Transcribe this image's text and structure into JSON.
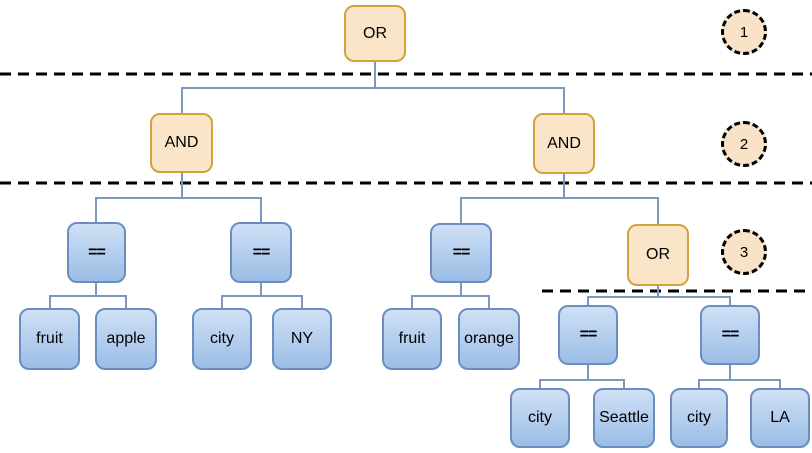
{
  "diagram_type": "boolean-expression-tree",
  "nodes": [
    {
      "id": "root-or",
      "label": "OR",
      "type": "operator",
      "level": 1,
      "parent": null
    },
    {
      "id": "and-left",
      "label": "AND",
      "type": "operator",
      "level": 2,
      "parent": "root-or"
    },
    {
      "id": "and-right",
      "label": "AND",
      "type": "operator",
      "level": 2,
      "parent": "root-or"
    },
    {
      "id": "eq-1",
      "label": "==",
      "type": "comparator",
      "level": 3,
      "parent": "and-left"
    },
    {
      "id": "eq-2",
      "label": "==",
      "type": "comparator",
      "level": 3,
      "parent": "and-left"
    },
    {
      "id": "eq-3",
      "label": "==",
      "type": "comparator",
      "level": 3,
      "parent": "and-right"
    },
    {
      "id": "inner-or",
      "label": "OR",
      "type": "operator",
      "level": 3,
      "parent": "and-right"
    },
    {
      "id": "eq-4",
      "label": "==",
      "type": "comparator",
      "level": 4,
      "parent": "inner-or"
    },
    {
      "id": "eq-5",
      "label": "==",
      "type": "comparator",
      "level": 4,
      "parent": "inner-or"
    },
    {
      "id": "leaf-fruit-1",
      "label": "fruit",
      "type": "operand",
      "parent": "eq-1"
    },
    {
      "id": "leaf-apple",
      "label": "apple",
      "type": "operand",
      "parent": "eq-1"
    },
    {
      "id": "leaf-city-1",
      "label": "city",
      "type": "operand",
      "parent": "eq-2"
    },
    {
      "id": "leaf-ny",
      "label": "NY",
      "type": "operand",
      "parent": "eq-2"
    },
    {
      "id": "leaf-fruit-2",
      "label": "fruit",
      "type": "operand",
      "parent": "eq-3"
    },
    {
      "id": "leaf-orange",
      "label": "orange",
      "type": "operand",
      "parent": "eq-3"
    },
    {
      "id": "leaf-city-2",
      "label": "city",
      "type": "operand",
      "parent": "eq-4"
    },
    {
      "id": "leaf-seattle",
      "label": "Seattle",
      "type": "operand",
      "parent": "eq-4"
    },
    {
      "id": "leaf-city-3",
      "label": "city",
      "type": "operand",
      "parent": "eq-5"
    },
    {
      "id": "leaf-la",
      "label": "LA",
      "type": "operand",
      "parent": "eq-5"
    }
  ],
  "level_markers": [
    {
      "label": "1"
    },
    {
      "label": "2"
    },
    {
      "label": "3"
    }
  ],
  "colors": {
    "operator_fill": "#fbe5c8",
    "operator_border": "#d1a240",
    "operand_fill_top": "#cfe0f6",
    "operand_fill_bottom": "#9bbde6",
    "operand_border": "#6c8ebf",
    "connector": "#7b99bc",
    "separator": "#000000",
    "marker_fill": "#f9e3c8",
    "marker_border": "#000000"
  }
}
